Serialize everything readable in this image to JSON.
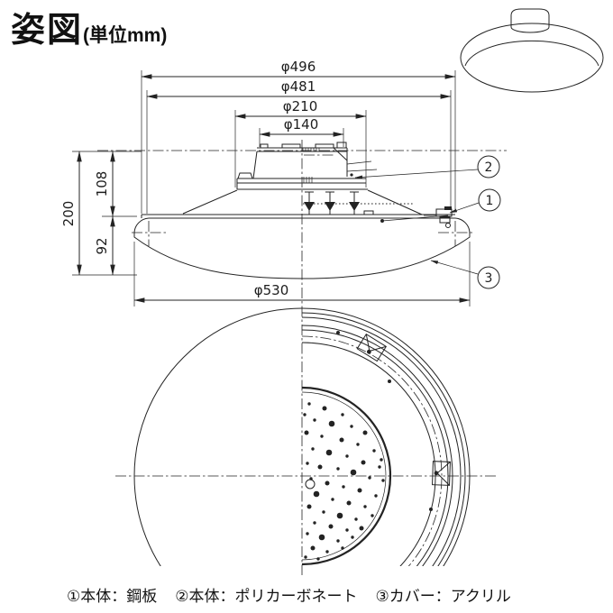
{
  "title": {
    "main": "姿図",
    "unit": "(単位mm)"
  },
  "dims": {
    "d496": "φ496",
    "d481": "φ481",
    "d210": "φ210",
    "d140": "φ140",
    "d530": "φ530",
    "h200": "200",
    "h108": "108",
    "h92": "92"
  },
  "callouts": {
    "c1": "1",
    "c2": "2",
    "c3": "3"
  },
  "materials": {
    "items": [
      "①本体：鋼板",
      "②本体：ポリカーボネート",
      "③カバー：アクリル"
    ]
  },
  "colors": {
    "line": "#232323",
    "background": "#ffffff"
  }
}
